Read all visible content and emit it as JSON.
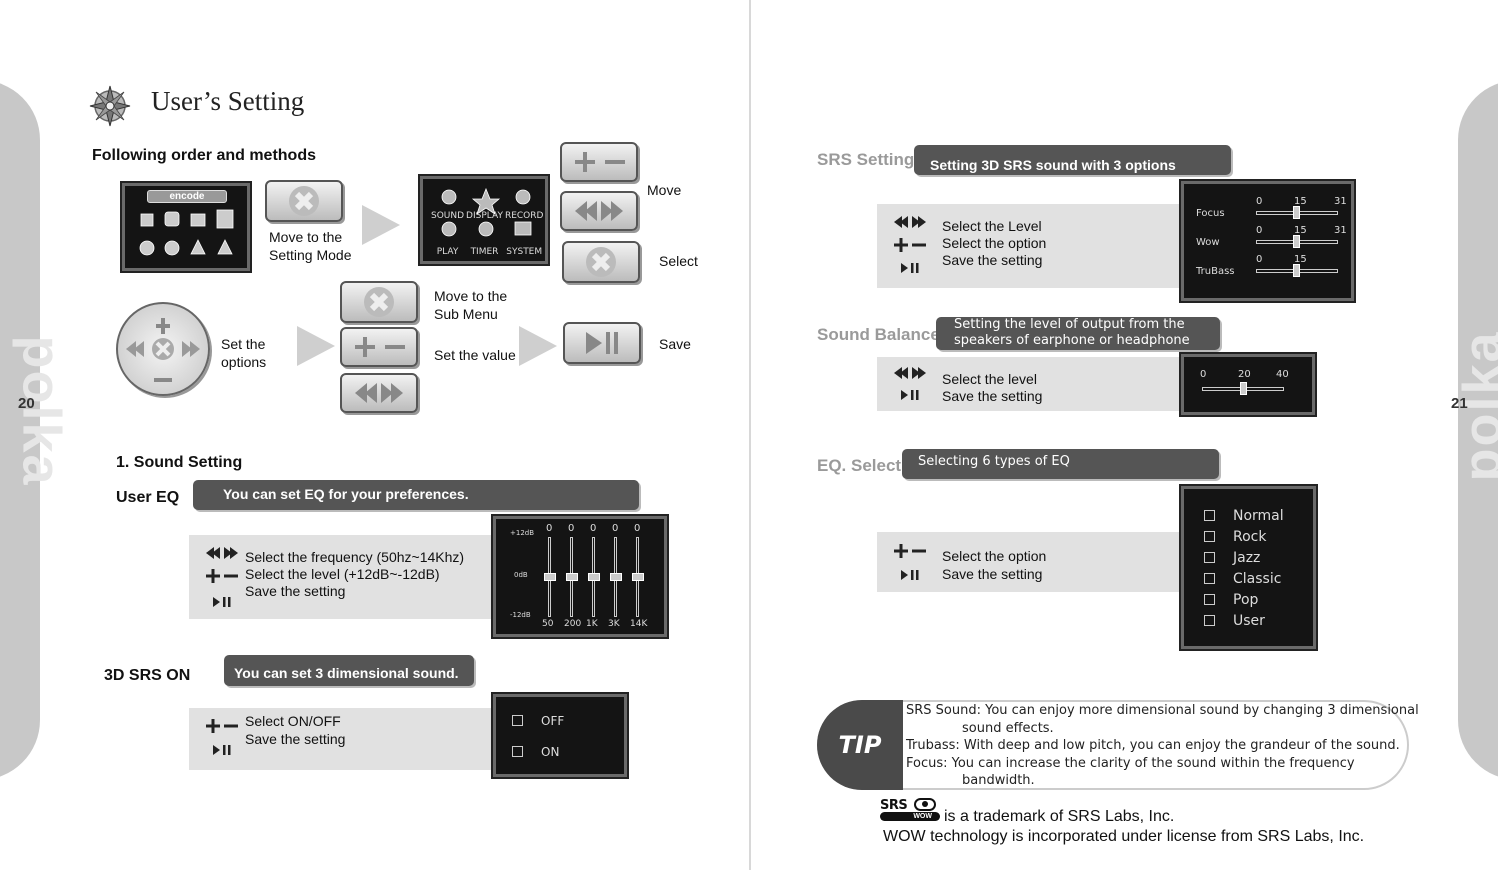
{
  "left_page": {
    "page_number": "20",
    "title": "User’s Setting",
    "section_heading": "Following order and methods",
    "labels": {
      "move_to_setting": "Move to the\nSetting Mode",
      "move_to_submenu": "Move to the\nSub Menu",
      "set_value": "Set the value",
      "set_options": "Set the\noptions",
      "move": "Move",
      "select": "Select",
      "save": "Save"
    },
    "menu_screen": {
      "header": "encode",
      "items": [
        "SOUND",
        "DISPLAY",
        "RECORD",
        "PLAY",
        "TIMER",
        "SYSTEM"
      ]
    },
    "sound_setting": {
      "heading": "1. Sound Setting",
      "user_eq": {
        "label": "User EQ",
        "banner": "You can set EQ for your preferences.",
        "lines": [
          "Select the frequency (50hz~14Khz)",
          "Select the level (+12dB~-12dB)",
          "Save the setting"
        ],
        "screen": {
          "top": "+12dB",
          "mid": "0dB",
          "bottom": "-12dB",
          "top_values": [
            "0",
            "0",
            "0",
            "0",
            "0"
          ],
          "bands": [
            "50",
            "200",
            "1K",
            "3K",
            "14K"
          ],
          "levels": [
            0.5,
            0.5,
            0.5,
            0.5,
            0.5
          ]
        }
      },
      "srs_on": {
        "label": "3D SRS ON",
        "banner": "You can set 3 dimensional sound.",
        "lines": [
          "Select ON/OFF",
          "Save the setting"
        ],
        "options": [
          "OFF",
          "ON"
        ]
      }
    }
  },
  "right_page": {
    "page_number": "21",
    "srs_setting": {
      "label": "SRS Setting",
      "banner": "Setting 3D SRS sound with 3 options",
      "lines": [
        "Select the Level",
        "Select the option",
        "Save the setting"
      ],
      "sliders": [
        {
          "name": "Focus",
          "min": "0",
          "mid": "15",
          "max": "31",
          "value": 15
        },
        {
          "name": "Wow",
          "min": "0",
          "mid": "15",
          "max": "31",
          "value": 15
        },
        {
          "name": "TruBass",
          "min": "0",
          "mid": "15",
          "max": "",
          "value": 15
        }
      ]
    },
    "sound_balance": {
      "label": "Sound Balance",
      "banner": "Setting the level of output from the speakers of earphone or headphone",
      "lines": [
        "Select the level",
        "Save the setting"
      ],
      "scale": [
        "0",
        "20",
        "40"
      ],
      "value": 20
    },
    "eq_select": {
      "label": "EQ. Select",
      "banner": "Selecting 6 types of EQ",
      "lines": [
        "Select the option",
        "Save the setting"
      ],
      "options": [
        "Normal",
        "Rock",
        "Jazz",
        "Classic",
        "Pop",
        "User"
      ]
    },
    "tip": {
      "badge": "TIP",
      "lines": [
        {
          "text": "SRS Sound: You can enjoy more dimensional sound by changing 3 dimensional",
          "indent": false
        },
        {
          "text": "sound effects.",
          "indent": true
        },
        {
          "text": "Trubass: With deep and low pitch, you can enjoy the grandeur of the sound.",
          "indent": false
        },
        {
          "text": "Focus: You can increase the clarity of the sound within the frequency",
          "indent": false
        },
        {
          "text": "bandwidth.",
          "indent": true
        }
      ]
    },
    "footer": {
      "logo_top": "SRS",
      "logo_bottom": "WOW",
      "trademark": "is a  trademark of SRS Labs, Inc.",
      "license": "WOW technology is incorporated under license from SRS Labs, Inc."
    }
  },
  "side_tab_text": "polka",
  "colors": {
    "banner": "#555555",
    "panel": "#e1e1e1",
    "edge": "#c8c8c8"
  }
}
